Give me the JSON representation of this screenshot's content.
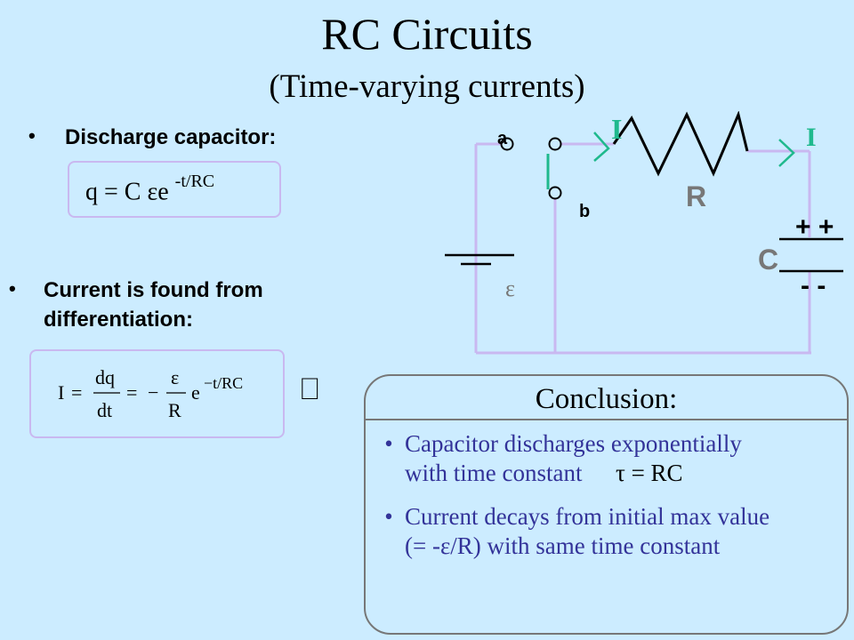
{
  "slide": {
    "title": "RC Circuits",
    "subtitle": "(Time-varying  currents)"
  },
  "left": {
    "bullet1": {
      "text": "Discharge capacitor:",
      "equation": {
        "lhs": "q = C ",
        "eps": "ε",
        "base": "e ",
        "exponent": "-t/RC"
      }
    },
    "bullet2": {
      "line1": "Current is found from",
      "line2": "differentiation:",
      "equation": {
        "I": "I",
        "eq1": "=",
        "dq": "dq",
        "dt": "dt",
        "eq2": "=",
        "minus": "−",
        "eps": "ε",
        "R": "R",
        "e": "e",
        "exponent": "−t/RC"
      }
    },
    "symbol": "⎕"
  },
  "circuit": {
    "label_a": "a",
    "label_b": "b",
    "current_left": "I",
    "current_right": "I",
    "resistor": "R",
    "capacitor": "C",
    "plus": "+ +",
    "minus": "- -",
    "emf": "ε",
    "wire_color": "#c9b8f0",
    "accent_color": "#1fb98d"
  },
  "conclusion": {
    "heading": "Conclusion:",
    "item1_line1": "Capacitor discharges exponentially",
    "item1_line2": "with time constant",
    "item1_tau": "τ = RC",
    "item2_line1": "Current decays from initial max value",
    "item2_line2": "(= -ε/R) with same time constant",
    "bullet": "•",
    "text_color": "#333399"
  }
}
